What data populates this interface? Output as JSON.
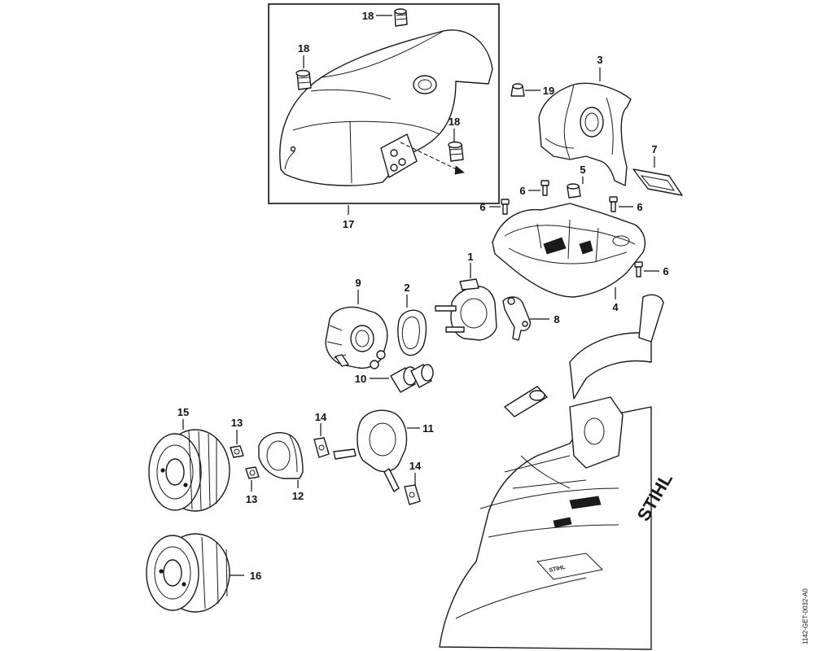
{
  "diagram": {
    "document_id": "1142-GET-0032-A0",
    "callouts": [
      {
        "id": "c18a",
        "label": "18"
      },
      {
        "id": "c18b",
        "label": "18"
      },
      {
        "id": "c18c",
        "label": "18"
      },
      {
        "id": "c17",
        "label": "17"
      },
      {
        "id": "c3",
        "label": "3"
      },
      {
        "id": "c19",
        "label": "19"
      },
      {
        "id": "c7",
        "label": "7"
      },
      {
        "id": "c5",
        "label": "5"
      },
      {
        "id": "c6a",
        "label": "6"
      },
      {
        "id": "c6b",
        "label": "6"
      },
      {
        "id": "c6c",
        "label": "6"
      },
      {
        "id": "c6d",
        "label": "6"
      },
      {
        "id": "c4",
        "label": "4"
      },
      {
        "id": "c1",
        "label": "1"
      },
      {
        "id": "c2",
        "label": "2"
      },
      {
        "id": "c9",
        "label": "9"
      },
      {
        "id": "c8",
        "label": "8"
      },
      {
        "id": "c10",
        "label": "10"
      },
      {
        "id": "c15",
        "label": "15"
      },
      {
        "id": "c13a",
        "label": "13"
      },
      {
        "id": "c13b",
        "label": "13"
      },
      {
        "id": "c12",
        "label": "12"
      },
      {
        "id": "c14a",
        "label": "14"
      },
      {
        "id": "c14b",
        "label": "14"
      },
      {
        "id": "c11",
        "label": "11"
      },
      {
        "id": "c16",
        "label": "16"
      }
    ],
    "logo_text": "STIHL"
  }
}
